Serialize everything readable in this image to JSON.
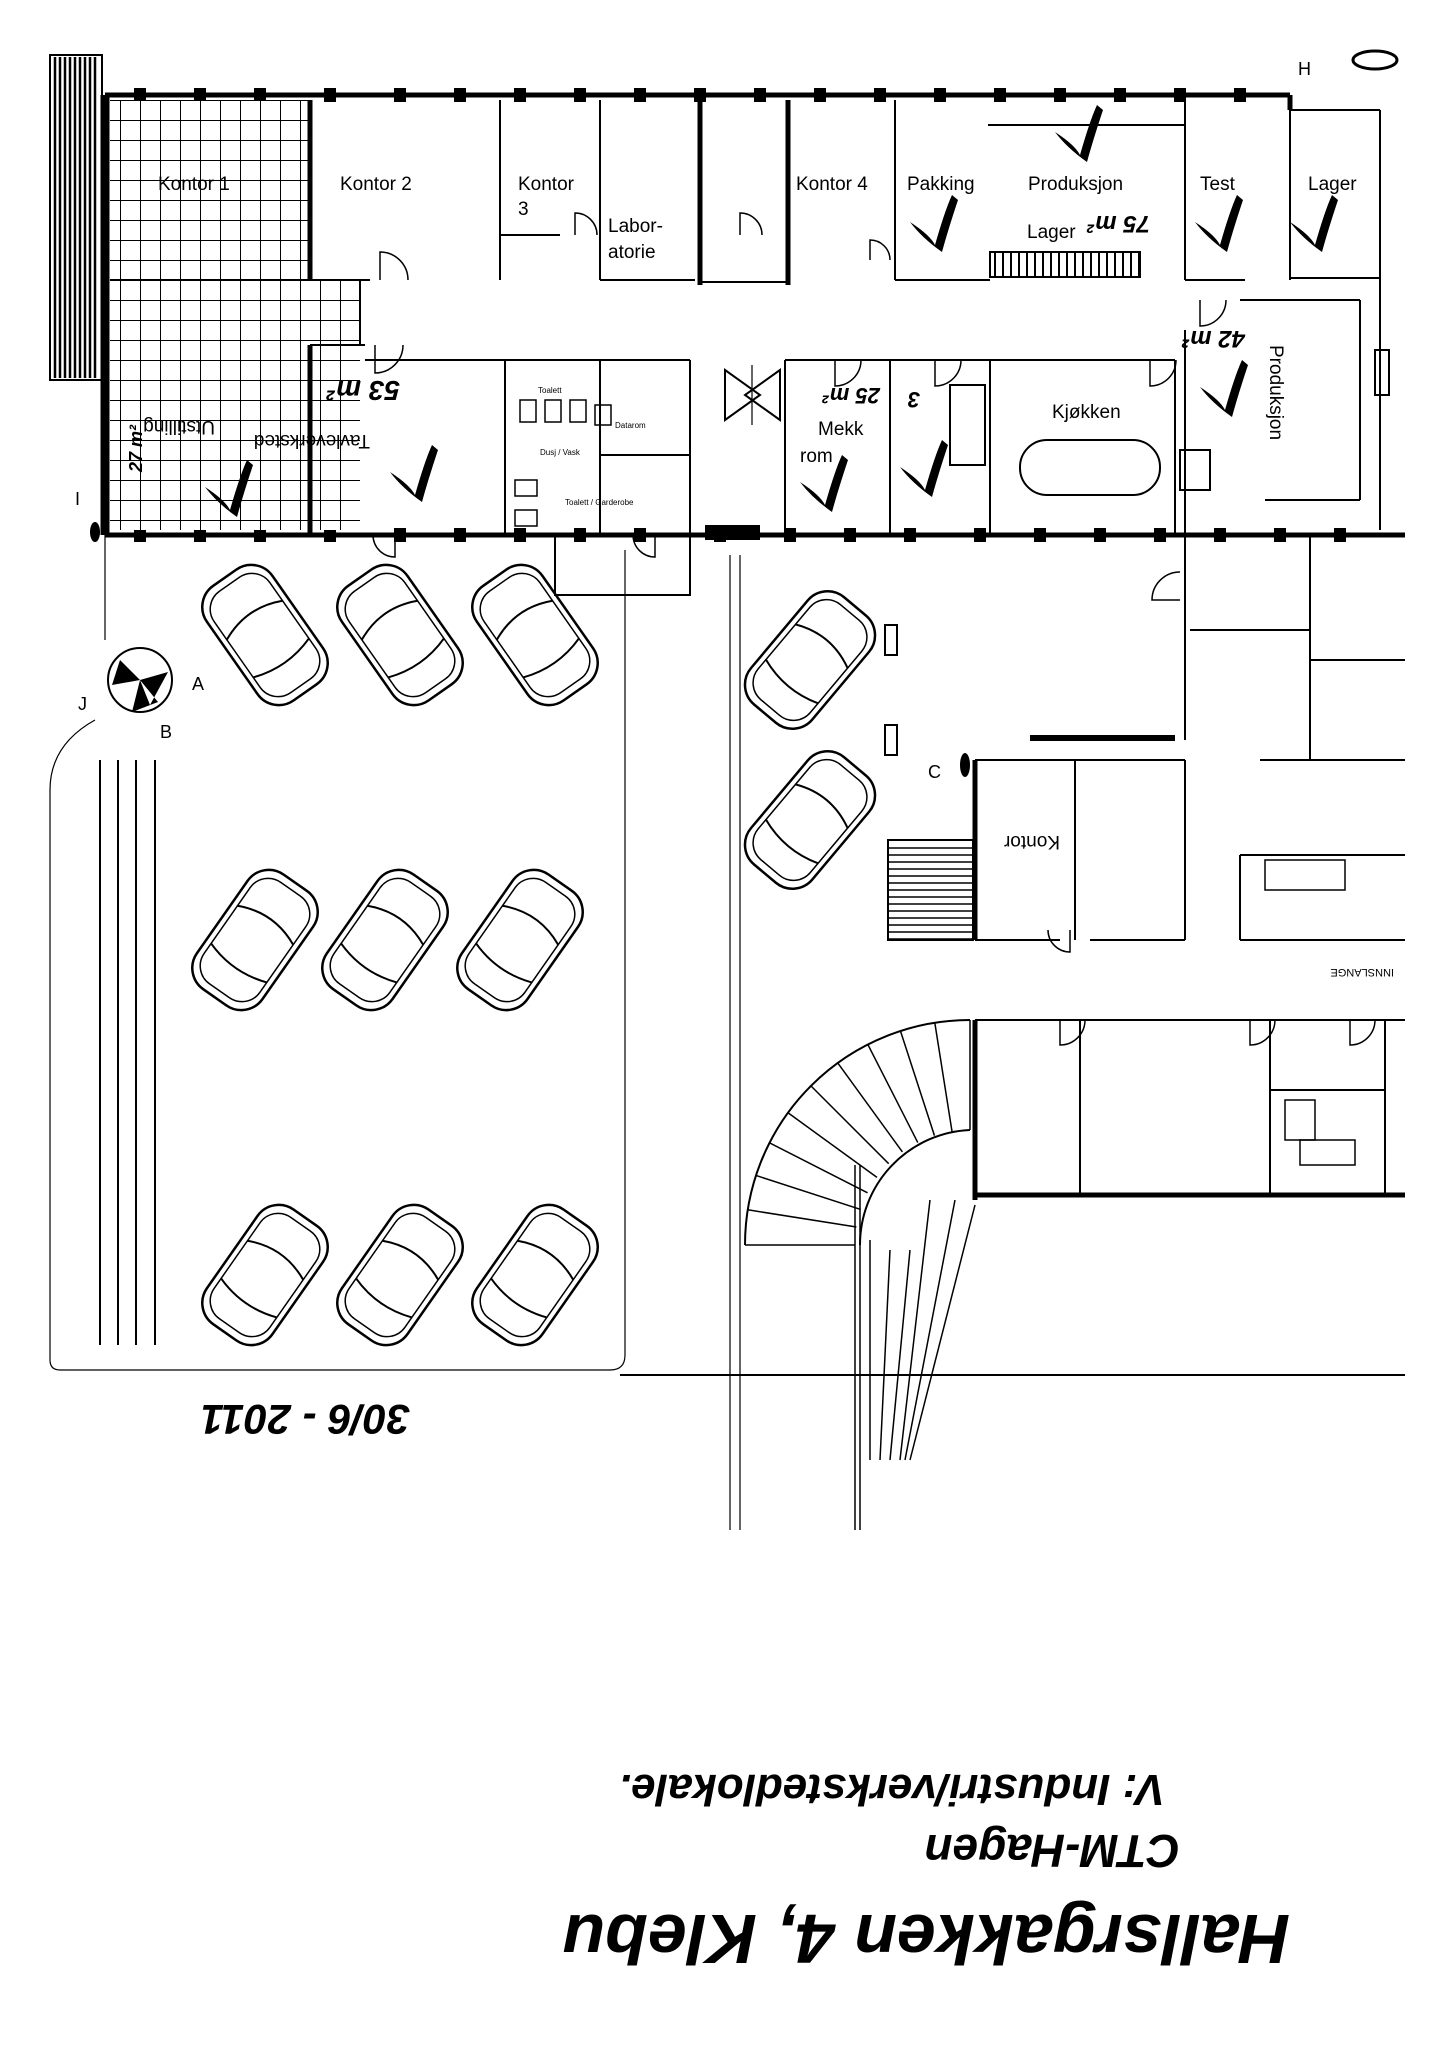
{
  "rooms": {
    "kontor1": "Kontor 1",
    "kontor2": "Kontor 2",
    "kontor3": "Kontor",
    "kontor3_num": "3",
    "laboratorie_1": "Labor-",
    "laboratorie_2": "atorie",
    "kontor4": "Kontor 4",
    "pakking": "Pakking",
    "produksjon_top": "Produksjon",
    "test": "Test",
    "lager_right": "Lager",
    "lager_mid": "Lager",
    "produksjon_right": "Produksjon",
    "kjokken": "Kjøkken",
    "mekk_1": "Mekk",
    "mekk_2": "rom",
    "tavleverksted": "Tavleverksted",
    "utstilling": "Utstilling",
    "toalett_small": "Toalett",
    "dusj_vask": "Dusj / Vask",
    "datarom": "Datarom",
    "toalett_garderobe": "Toalett / Garderobe",
    "kontor_lower": "Kontor",
    "innslange": "INNSLANGE"
  },
  "markers": {
    "h": "H",
    "i": "I",
    "j": "J",
    "a": "A",
    "b": "B",
    "c": "C"
  },
  "annotations": {
    "area_produksjon_top": "75 m²",
    "area_produksjon_right": "42 m²",
    "area_tavleverksted": "53 m²",
    "area_mekk": "25 m²",
    "area_mekk_2": "3",
    "area_utstilling": "27 m²",
    "date": "30/6 - 2011",
    "title_line1": "Hallsrgakken 4, Klebu",
    "title_line2": "CTM-Hagen",
    "title_line3": "V: Industri/verkstedlokale."
  }
}
